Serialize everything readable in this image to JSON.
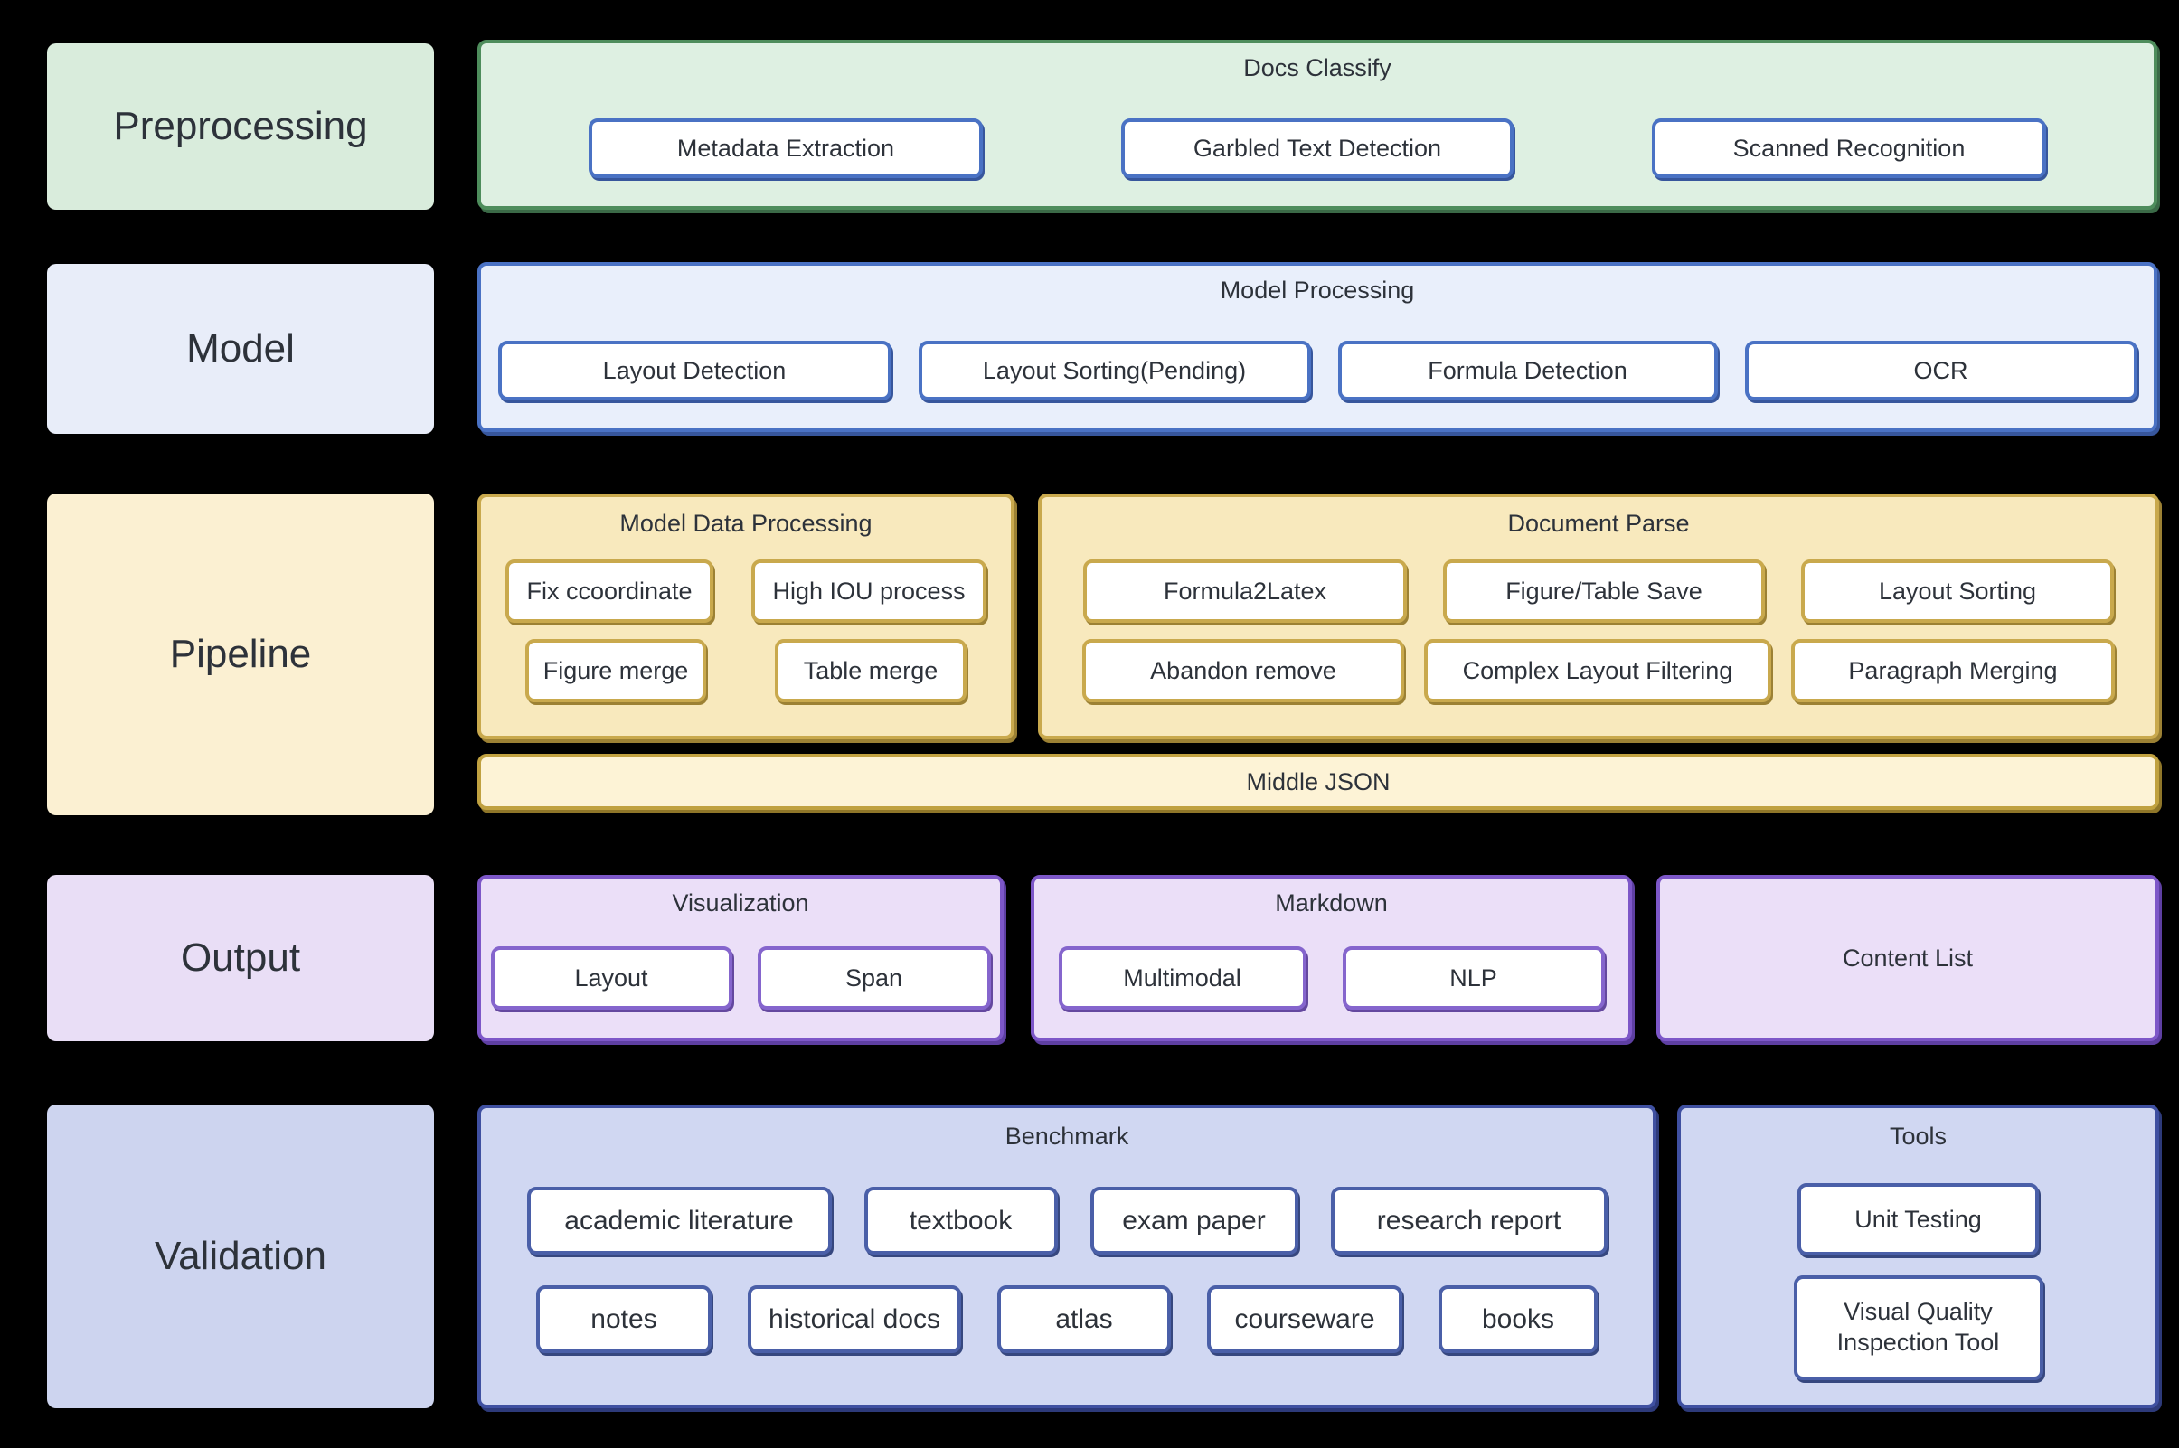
{
  "preprocessing": {
    "label": "Preprocessing",
    "container_title": "Docs Classify",
    "items": [
      "Metadata Extraction",
      "Garbled Text Detection",
      "Scanned Recognition"
    ]
  },
  "model": {
    "label": "Model",
    "container_title": "Model Processing",
    "items": [
      "Layout Detection",
      "Layout Sorting(Pending)",
      "Formula Detection",
      "OCR"
    ]
  },
  "pipeline": {
    "label": "Pipeline",
    "model_data_processing": {
      "title": "Model Data Processing",
      "row1": [
        "Fix ccoordinate",
        "High IOU process"
      ],
      "row2": [
        "Figure merge",
        "Table merge"
      ]
    },
    "document_parse": {
      "title": "Document Parse",
      "row1": [
        "Formula2Latex",
        "Figure/Table Save",
        "Layout Sorting"
      ],
      "row2": [
        "Abandon remove",
        "Complex Layout Filtering",
        "Paragraph Merging"
      ]
    },
    "middle_json": "Middle JSON"
  },
  "output": {
    "label": "Output",
    "visualization": {
      "title": "Visualization",
      "items": [
        "Layout",
        "Span"
      ]
    },
    "markdown": {
      "title": "Markdown",
      "items": [
        "Multimodal",
        "NLP"
      ]
    },
    "content_list": "Content List"
  },
  "validation": {
    "label": "Validation",
    "benchmark": {
      "title": "Benchmark",
      "row1": [
        "academic literature",
        "textbook",
        "exam paper",
        "research report"
      ],
      "row2": [
        "notes",
        "historical docs",
        "atlas",
        "courseware",
        "books"
      ]
    },
    "tools": {
      "title": "Tools",
      "items": [
        "Unit Testing",
        "Visual Quality Inspection Tool"
      ]
    }
  },
  "colors": {
    "background": "#000000",
    "green_border": "#4e8d5c",
    "green_fill": "#def0e2",
    "blue_border": "#4a72c4",
    "blue_fill": "#e9effb",
    "gold_border": "#c9a94d",
    "gold_fill": "#f8e9bd",
    "purple_border": "#7d57c8",
    "purple_fill": "#ebdff8",
    "indigo_border": "#3f50a1",
    "indigo_fill": "#d0d7f2",
    "node_fill": "#ffffff",
    "text": "#2d323a"
  }
}
